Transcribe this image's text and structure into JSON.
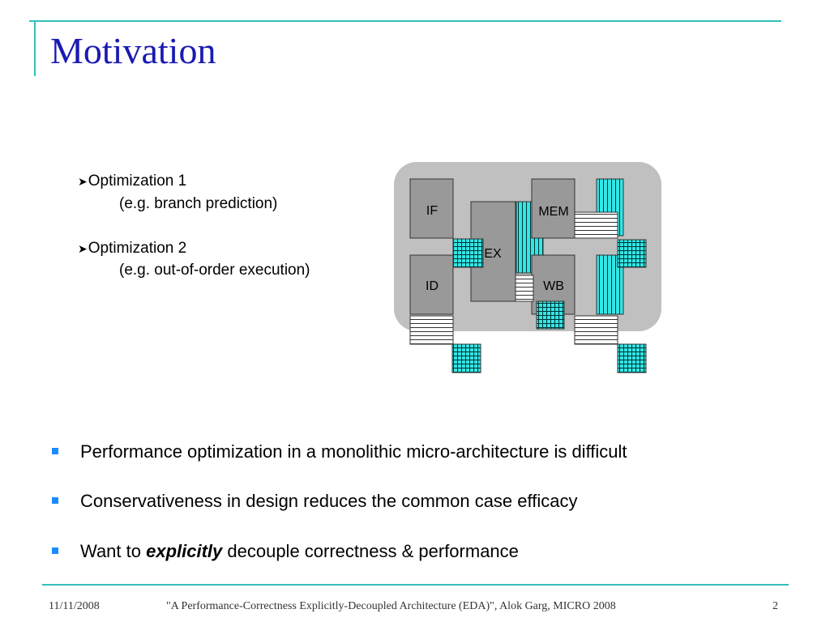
{
  "title": "Motivation",
  "optimizations": [
    {
      "label": "Optimization 1",
      "detail": "(e.g. branch prediction)"
    },
    {
      "label": "Optimization 2",
      "detail": "(e.g. out-of-order execution)"
    }
  ],
  "pipeline": {
    "stages": [
      "IF",
      "ID",
      "EX",
      "MEM",
      "WB"
    ]
  },
  "bullets": [
    {
      "text": "Performance optimization in a monolithic micro-architecture is difficult"
    },
    {
      "text": "Conservativeness in design reduces the common case efficacy"
    },
    {
      "prefix": "Want to ",
      "emphasis": "explicitly",
      "suffix": " decouple correctness & performance"
    }
  ],
  "footer": {
    "date": "11/11/2008",
    "citation": "\"A Performance-Correctness Explicitly-Decoupled Architecture (EDA)\", Alok Garg, MICRO 2008",
    "page": "2"
  },
  "colors": {
    "accent_line": "#33bfbf",
    "title": "#1a1ab2",
    "bullet": "#1a8cff",
    "cyan_block": "#33e6e6",
    "stage_fill": "#999999",
    "panel": "#c0c0c0"
  }
}
